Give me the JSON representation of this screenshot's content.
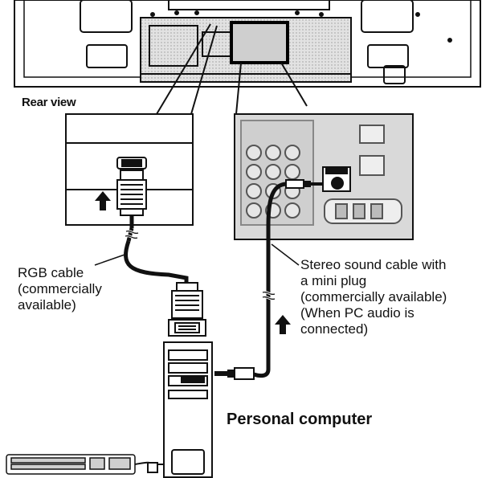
{
  "labels": {
    "rear_view": "Rear view",
    "rgb_cable": [
      "RGB cable",
      "(commercially",
      "available)"
    ],
    "stereo_cable": [
      "Stereo sound cable with",
      "a mini plug",
      "(commercially available)",
      "(When PC audio is",
      "connected)"
    ],
    "personal_computer": "Personal computer"
  },
  "icons": [
    "arrow-up-icon",
    "vga-plug-icon",
    "mini-plug-icon",
    "keyboard-icon",
    "pc-tower-icon"
  ],
  "colors": {
    "ink": "#111111",
    "panel_fill": "#d6d6d6",
    "background": "#ffffff"
  }
}
